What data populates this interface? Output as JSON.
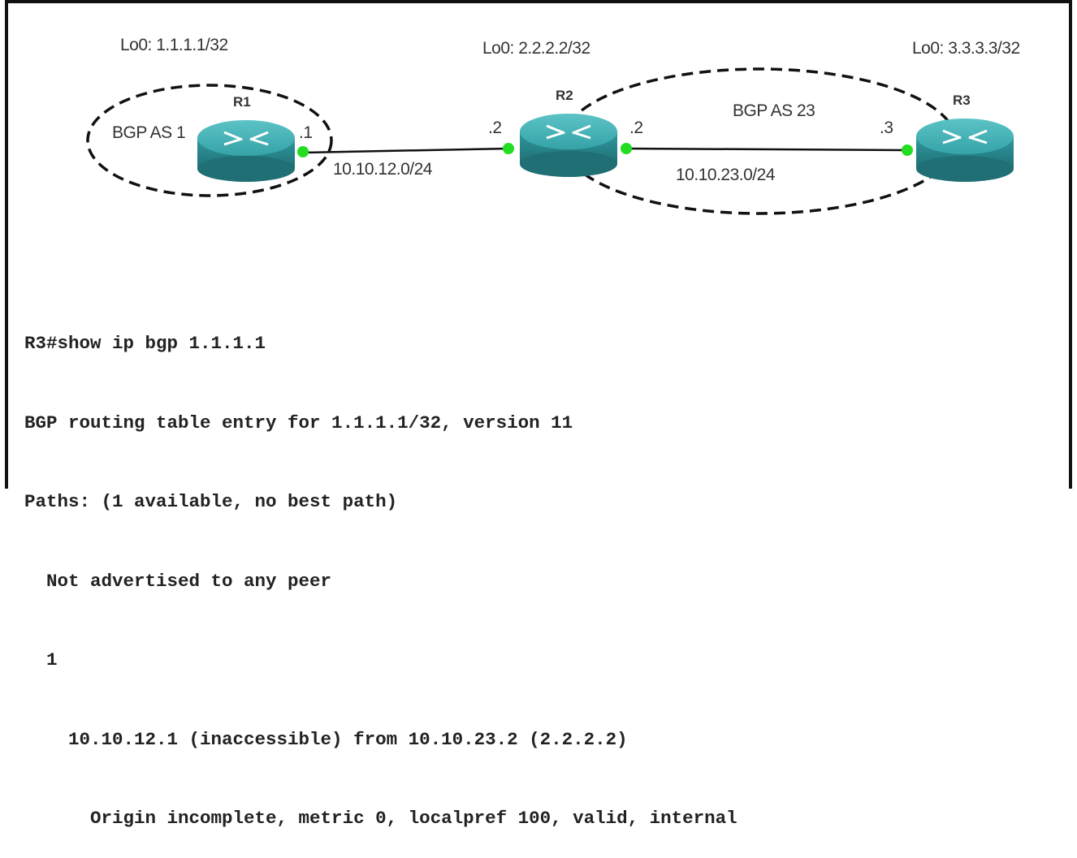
{
  "diagram": {
    "routers": [
      {
        "name": "R1",
        "loopback": "Lo0: 1.1.1.1/32"
      },
      {
        "name": "R2",
        "loopback": "Lo0: 2.2.2.2/32"
      },
      {
        "name": "R3",
        "loopback": "Lo0: 3.3.3.3/32"
      }
    ],
    "as_groups": [
      {
        "label": "BGP AS 1"
      },
      {
        "label": "BGP AS 23"
      }
    ],
    "links": [
      {
        "subnet": "10.10.12.0/24",
        "a_if": ".1",
        "b_if": ".2"
      },
      {
        "subnet": "10.10.23.0/24",
        "a_if": ".2",
        "b_if": ".3"
      }
    ],
    "colors": {
      "interface_dot": "#22dd22",
      "router_body": "#2e8f95",
      "router_top": "#3fb0b4",
      "line": "#111111"
    }
  },
  "cli": {
    "lines": [
      "R3#show ip bgp 1.1.1.1",
      "BGP routing table entry for 1.1.1.1/32, version 11",
      "Paths: (1 available, no best path)",
      "  Not advertised to any peer",
      "  1",
      "    10.10.12.1 (inaccessible) from 10.10.23.2 (2.2.2.2)",
      "      Origin incomplete, metric 0, localpref 100, valid, internal"
    ]
  }
}
